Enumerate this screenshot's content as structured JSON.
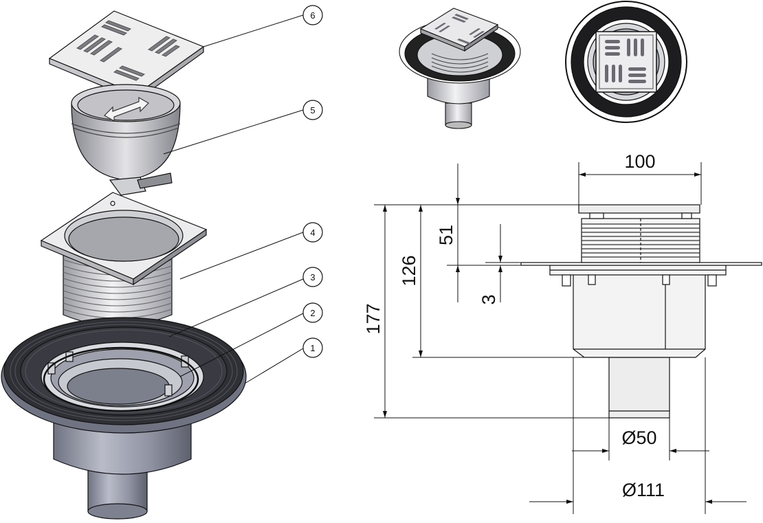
{
  "colors": {
    "line": "#111111",
    "metal_light": "#e4e4e8",
    "metal_mid": "#b8b9be",
    "metal_dark": "#7d7e85",
    "body_blue_grey": "#8e93a3",
    "rubber": "#2b2b2f"
  },
  "callouts": [
    "1",
    "2",
    "3",
    "4",
    "5",
    "6"
  ],
  "dimensions": {
    "grate_width": "100",
    "top_to_flange": "51",
    "flange_thickness": "3",
    "top_to_body_bottom": "126",
    "overall_height": "177",
    "outlet_diameter": "Ø50",
    "body_diameter": "Ø111"
  }
}
